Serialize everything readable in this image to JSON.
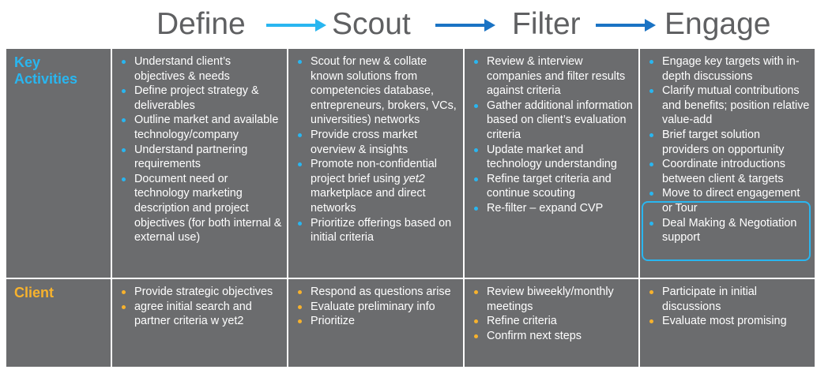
{
  "phases": [
    {
      "title": "Define"
    },
    {
      "title": "Scout"
    },
    {
      "title": "Filter"
    },
    {
      "title": "Engage"
    }
  ],
  "arrow_colors": [
    "#29b6f0",
    "#1a73c4",
    "#1a73c4"
  ],
  "rows": {
    "key_activities": {
      "label_line1": "Key",
      "label_line2": "Activities",
      "label_color": "#29b6f0",
      "define": [
        "Understand client’s objectives & needs",
        "Define project strategy & deliverables",
        "Outline market and available technology/company",
        "Understand partnering requirements",
        "Document need or technology marketing description and project objectives (for both internal & external use)"
      ],
      "scout": [
        "Scout for new & collate known solutions from competencies database, entrepreneurs, brokers, VCs, universities) networks",
        "Provide cross market overview & insights",
        {
          "before": "Promote non-confidential project brief using ",
          "italic": "yet2",
          "after": " marketplace and direct networks"
        },
        "Prioritize offerings based on initial criteria"
      ],
      "filter": [
        "Review & interview companies and filter results against criteria",
        "Gather additional information based on client’s evaluation criteria",
        "Update market and technology understanding",
        "Refine target criteria and continue scouting",
        "Re-filter – expand CVP"
      ],
      "engage": [
        "Engage key targets with in-depth discussions",
        "Clarify mutual contributions and benefits; position relative value-add",
        "Brief target solution providers on opportunity",
        "Coordinate introductions between client & targets",
        "Move to direct engagement  or Tour",
        "Deal Making & Negotiation support"
      ]
    },
    "client": {
      "label": "Client",
      "label_color": "#f7b22d",
      "define": [
        "Provide strategic objectives",
        "agree initial search and partner criteria w yet2"
      ],
      "scout": [
        "Respond as questions arise",
        "Evaluate preliminary info",
        "Prioritize"
      ],
      "filter": [
        "Review biweekly/monthly meetings",
        "Refine criteria",
        "Confirm next steps"
      ],
      "engage": [
        "Participate in initial discussions",
        "Evaluate most promising"
      ]
    }
  }
}
